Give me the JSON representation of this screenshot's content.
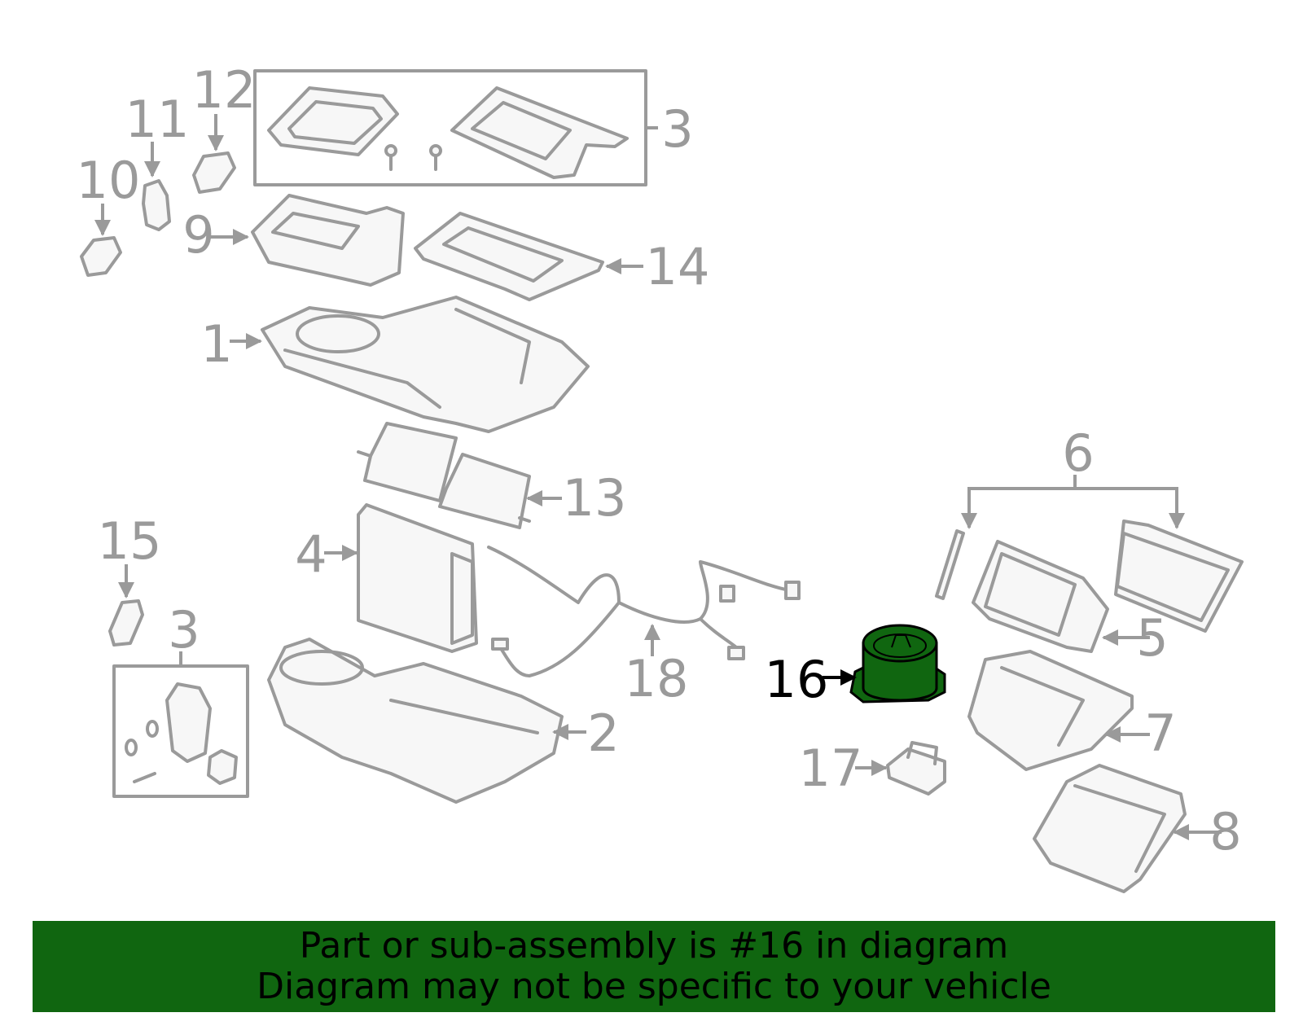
{
  "diagram": {
    "highlight_color": "#106610",
    "highlighted_part": "16",
    "callouts": {
      "p1": "1",
      "p2": "2",
      "p3a": "3",
      "p3b": "3",
      "p4": "4",
      "p5": "5",
      "p6": "6",
      "p7": "7",
      "p8": "8",
      "p9": "9",
      "p10": "10",
      "p11": "11",
      "p12": "12",
      "p13": "13",
      "p14": "14",
      "p15": "15",
      "p16": "16",
      "p17": "17",
      "p18": "18"
    }
  },
  "banner": {
    "line1": "Part or sub-assembly is #16 in diagram",
    "line2": "Diagram may not be specific to your vehicle",
    "background": "#106610"
  }
}
